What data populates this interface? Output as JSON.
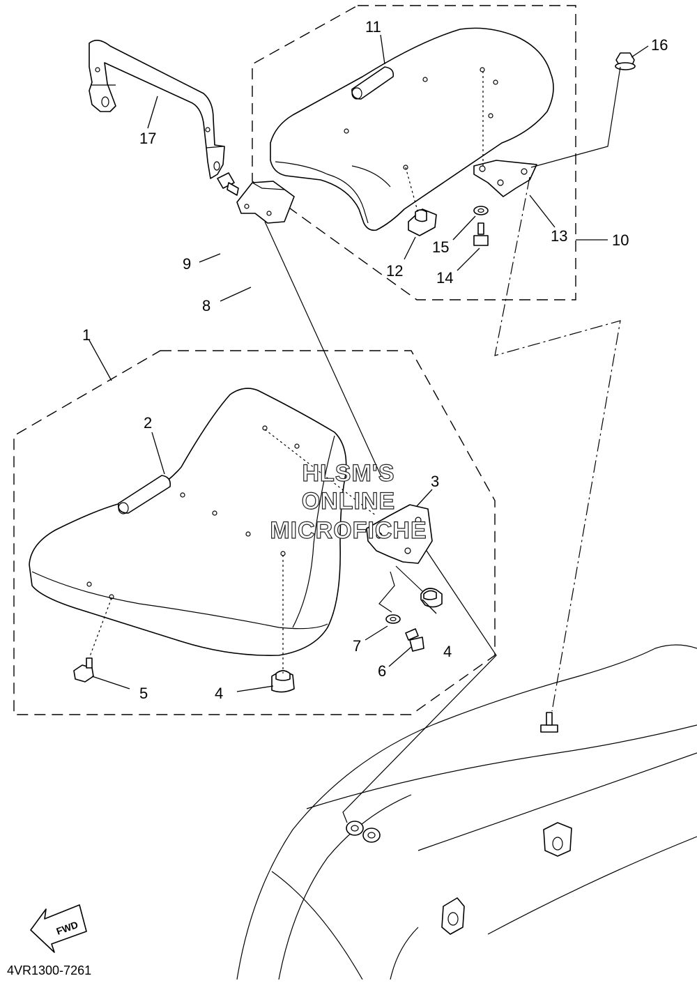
{
  "diagram": {
    "document_code": "4VR1300-7261",
    "direction_badge": "FWD",
    "watermark": {
      "line1": "HLSM'S",
      "line2": "ONLINE",
      "line3": "MICROFICHE"
    },
    "callouts": {
      "c1": "1",
      "c2": "2",
      "c3": "3",
      "c4a": "4",
      "c4b": "4",
      "c5": "5",
      "c6": "6",
      "c7": "7",
      "c8": "8",
      "c9": "9",
      "c10": "10",
      "c11": "11",
      "c12": "12",
      "c13": "13",
      "c14": "14",
      "c15": "15",
      "c16": "16",
      "c17": "17"
    }
  }
}
